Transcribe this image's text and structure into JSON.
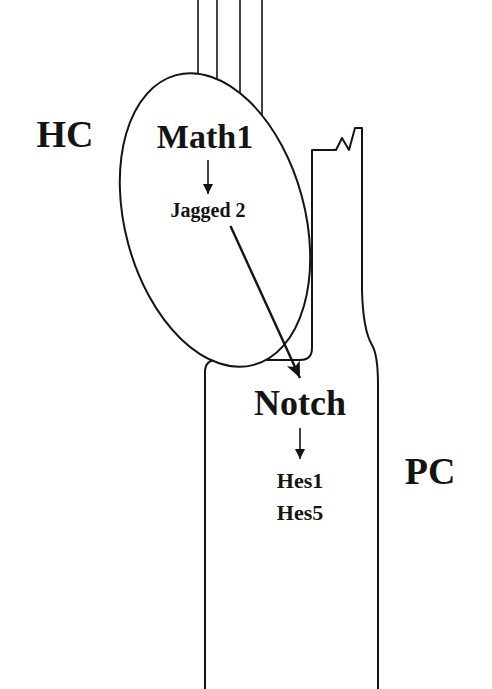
{
  "diagram": {
    "nodes": [
      {
        "text": [
          "HC",
          "Math1",
          "Jagged 2"
        ]
      },
      {
        "text": [
          "PC",
          "Notch",
          "Hes1 Hes5"
        ]
      }
    ],
    "edges": [
      {
        "from": 0,
        "to": 1,
        "arrow": "to"
      }
    ]
  }
}
